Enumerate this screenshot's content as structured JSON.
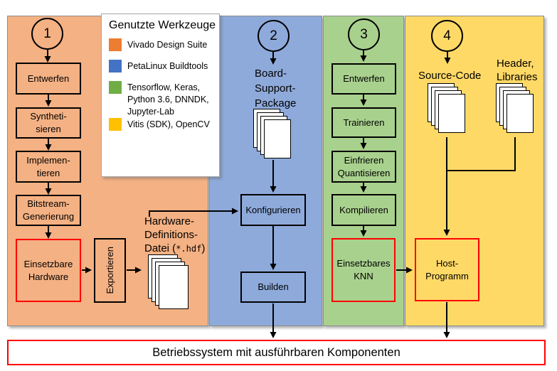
{
  "legend": {
    "title": "Genutzte Werkzeuge",
    "items": [
      {
        "swatch_color": "#ED7D31",
        "lines": [
          "Vivado Design Suite"
        ]
      },
      {
        "swatch_color": "#4472C4",
        "lines": [
          "PetaLinux Buildtools"
        ]
      },
      {
        "swatch_color": "#70AD47",
        "lines": [
          "Tensorflow, Keras,",
          "Python 3.6, DNNDK,",
          "Jupyter-Lab"
        ]
      },
      {
        "swatch_color": "#FFC000",
        "lines": [
          "Vitis (SDK), OpenCV"
        ]
      }
    ]
  },
  "columns": [
    {
      "id": "vivado",
      "number": "1",
      "fill": "#F4B183"
    },
    {
      "id": "petalinux",
      "number": "2",
      "fill": "#8EAADB"
    },
    {
      "id": "ml",
      "number": "3",
      "fill": "#A9D18E"
    },
    {
      "id": "vitis",
      "number": "4",
      "fill": "#FFD966"
    }
  ],
  "vivado": {
    "step1": "Entwerfen",
    "step2": [
      "Syntheti-",
      "sieren"
    ],
    "step3": [
      "Implemen-",
      "tieren"
    ],
    "step4": [
      "Bitstream-",
      "Generierung"
    ],
    "result": [
      "Einsetzbare",
      "Hardware"
    ],
    "export": "Exportieren",
    "hdf": {
      "line1": "Hardware-",
      "line2": "Definitions-",
      "line3_prefix": "Datei (",
      "line3_code": "*.hdf",
      "line3_suffix": ")"
    }
  },
  "petalinux": {
    "bsp": [
      "Board-",
      "Support-",
      "Package"
    ],
    "konfigurieren": "Konfigurieren",
    "builden": "Builden"
  },
  "ml": {
    "step1": "Entwerfen",
    "step2": "Trainieren",
    "step3": [
      "Einfrieren",
      "Quantisieren"
    ],
    "step4": "Kompilieren",
    "result": [
      "Einsetzbares",
      "KNN"
    ]
  },
  "vitis": {
    "source_label": "Source-Code",
    "header_label": [
      "Header,",
      "Libraries"
    ],
    "host": [
      "Host-",
      "Programm"
    ]
  },
  "footer": {
    "label": "Betriebssystem mit ausführbaren Komponenten"
  },
  "accent": {
    "result_border": "#FF0000",
    "box_border": "#000000",
    "panel_border": "#8C8C8C"
  }
}
